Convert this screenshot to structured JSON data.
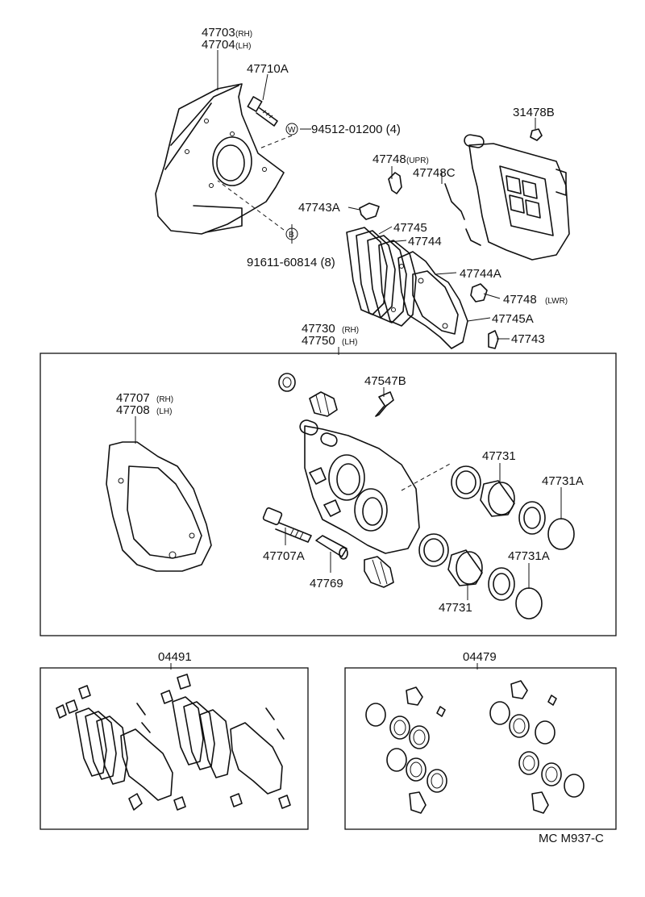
{
  "labels": {
    "p47703": "47703",
    "p47703_side": "(RH)",
    "p47704": "47704",
    "p47704_side": "(LH)",
    "p47710A": "47710A",
    "p94512": "94512-01200 (4)",
    "mark_w": "W",
    "p91611": "91611-60814 (8)",
    "mark_b": "B",
    "p31478B": "31478B",
    "p47748u": "47748",
    "p47748u_side": "(UPR)",
    "p47748C": "47748C",
    "p47743A": "47743A",
    "p47745": "47745",
    "p47744": "47744",
    "p47744A": "47744A",
    "p47748l": "47748",
    "p47748l_side": "(LWR)",
    "p47745A": "47745A",
    "p47743": "47743",
    "p47730": "47730",
    "p47730_side": "(RH)",
    "p47750": "47750",
    "p47750_side": "(LH)",
    "p47707": "47707",
    "p47707_side": "(RH)",
    "p47708": "47708",
    "p47708_side": "(LH)",
    "p47547B": "47547B",
    "p47731_top": "47731",
    "p47731A_top": "47731A",
    "p47707A": "47707A",
    "p47769": "47769",
    "p47731_bot": "47731",
    "p47731A_bot": "47731A",
    "kit_04491": "04491",
    "kit_04479": "04479",
    "diagram_code": "MC M937-C"
  }
}
